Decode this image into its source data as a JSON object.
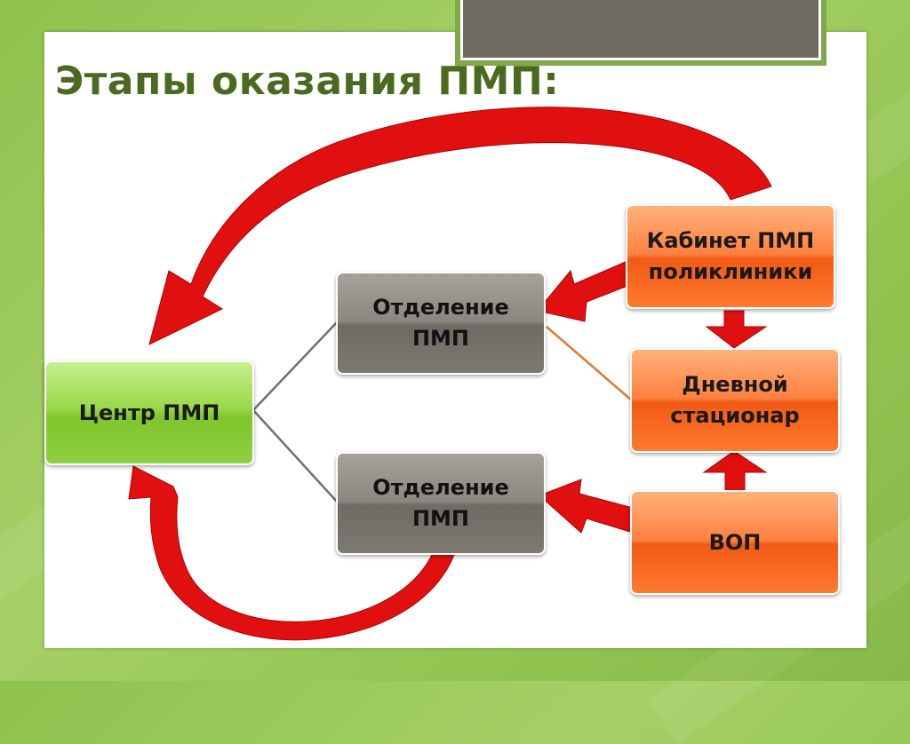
{
  "slide": {
    "title": "Этапы оказания ПМП:"
  },
  "nodes": {
    "center": {
      "label": "Центр ПМП"
    },
    "department_top": {
      "line1": "Отделение",
      "line2": "ПМП"
    },
    "department_bottom": {
      "line1": "Отделение",
      "line2": "ПМП"
    },
    "clinic_office": {
      "line1": "Кабинет ПМП",
      "line2": "поликлиники"
    },
    "day_hospital": {
      "line1": "Дневной",
      "line2": "стационар"
    },
    "gp": {
      "label": "ВОП"
    }
  },
  "colors": {
    "arrow": "#e01010",
    "green_box": "#8fd040",
    "gray_box": "#7c7971",
    "orange_box": "#ff7a30",
    "title": "#4a6b1f"
  }
}
